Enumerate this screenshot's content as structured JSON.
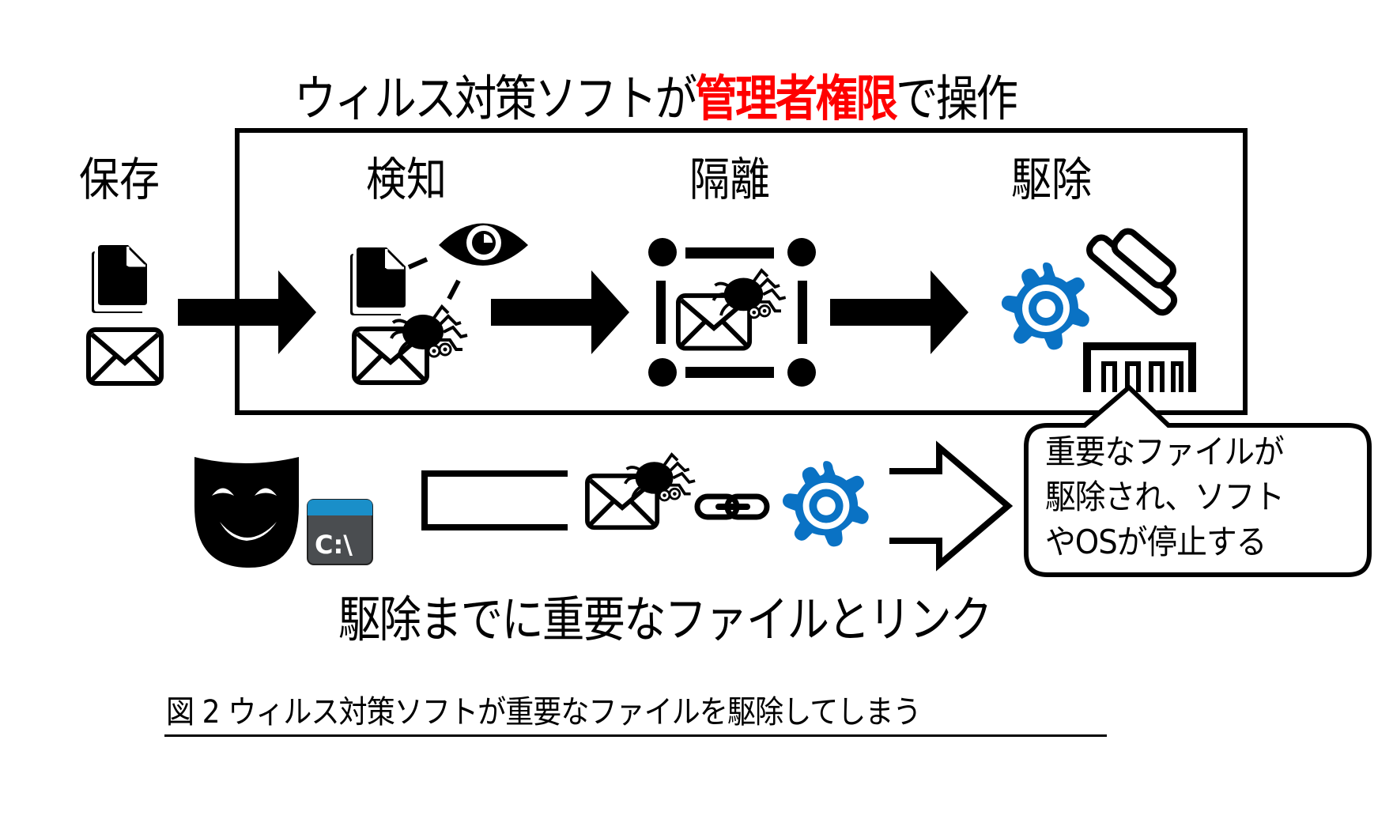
{
  "title": {
    "prefix": "ウィルス対策ソフトが",
    "highlight": "管理者権限",
    "suffix": "で操作",
    "highlight_color": "#ff0000"
  },
  "stages": [
    {
      "label": "保存",
      "icons": [
        "document-icon",
        "envelope-icon"
      ]
    },
    {
      "label": "検知",
      "icons": [
        "document-icon",
        "eye-icon",
        "envelope-icon",
        "spider-icon"
      ]
    },
    {
      "label": "隔離",
      "icons": [
        "quarantine-frame-icon",
        "envelope-icon",
        "spider-icon"
      ]
    },
    {
      "label": "駆除",
      "icons": [
        "gear-icon",
        "trash-can-icon"
      ]
    }
  ],
  "bottom_row": {
    "icons": [
      "theater-mask-icon",
      "command-prompt-icon",
      "envelope-icon",
      "spider-icon",
      "chain-link-icon",
      "gear-icon"
    ],
    "terminal_text": "C:\\",
    "bubble_lines": [
      "重要なファイルが",
      "駆除され、ソフト",
      "やOSが停止する"
    ],
    "subtitle": "駆除までに重要なファイルとリンク"
  },
  "caption": "図 2 ウィルス対策ソフトが重要なファイルを駆除してしまう",
  "colors": {
    "gear": "#0a72c4",
    "terminal_bar": "#1a8fc9",
    "terminal_body": "#4a4d50"
  }
}
